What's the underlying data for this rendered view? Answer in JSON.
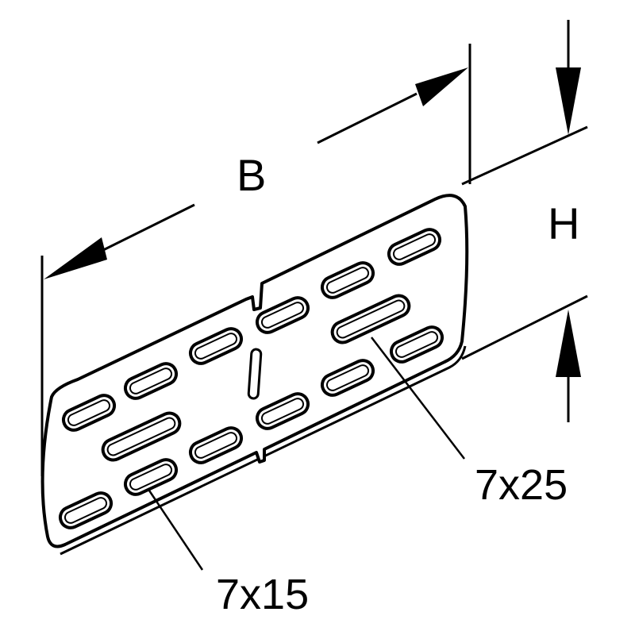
{
  "labels": {
    "width": "B",
    "height": "H",
    "long_slot": "7x25",
    "short_slot": "7x15"
  },
  "colors": {
    "line": "#000000",
    "background": "#ffffff",
    "slot_shade": "#cccccc"
  }
}
